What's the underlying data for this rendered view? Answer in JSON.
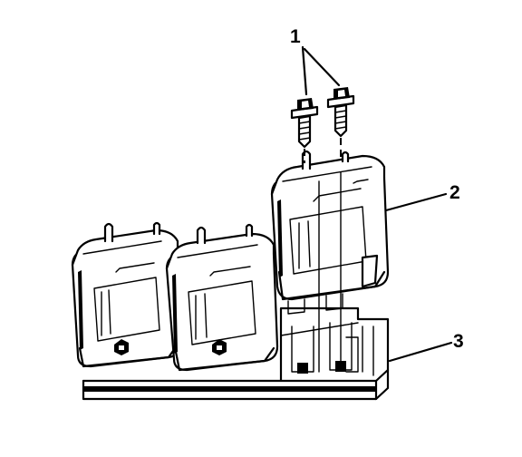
{
  "callouts": [
    {
      "id": "1",
      "label": "1",
      "part": "bolts"
    },
    {
      "id": "2",
      "label": "2",
      "part": "ignition-coil"
    },
    {
      "id": "3",
      "label": "3",
      "part": "coil-bracket"
    }
  ],
  "colors": {
    "ink": "#000000",
    "paper": "#ffffff"
  }
}
